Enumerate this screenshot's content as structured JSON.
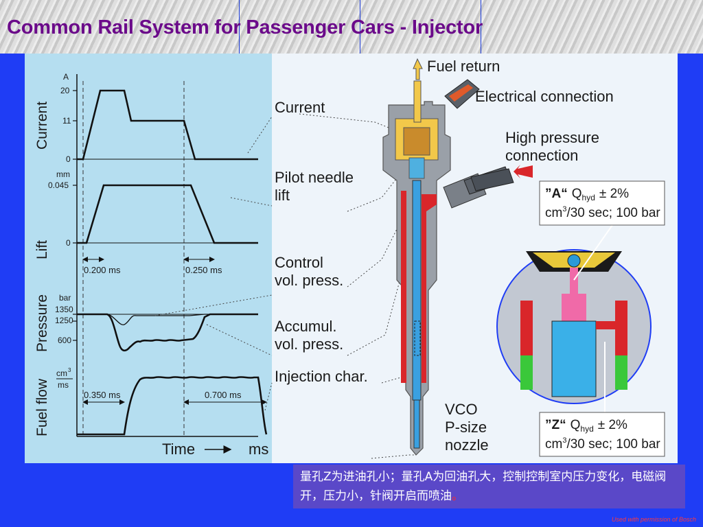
{
  "slide": {
    "title": "Common Rail System for Passenger Cars - Injector",
    "note_text": "量孔Z为进油孔小；量孔A为回油孔大，控制控制室内压力变化，电磁阀开，压力小，针阀开启而喷油",
    "note_dot": "。",
    "credit": "Used with permission of Bosch"
  },
  "diagram": {
    "graphs": {
      "current": {
        "label": "Current",
        "unit": "A",
        "ticks": [
          "20",
          "11",
          "0"
        ]
      },
      "lift": {
        "label": "Lift",
        "unit": "mm",
        "ticks": [
          "0.045",
          "0"
        ]
      },
      "pressure": {
        "label": "Pressure",
        "unit": "bar",
        "ticks": [
          "1350",
          "1250",
          "600"
        ]
      },
      "flow": {
        "label": "Fuel flow",
        "unit_top": "cm",
        "unit_sup": "3",
        "unit_bottom": "ms"
      },
      "intervals": [
        "0.200 ms",
        "0.250 ms",
        "0.350 ms",
        "0.700 ms"
      ],
      "x_axis_label": "Time",
      "x_axis_unit": "ms"
    },
    "callouts": {
      "current": "Current",
      "pilot_line1": "Pilot needle",
      "pilot_line2": "lift",
      "control_line1": "Control",
      "control_line2": "vol. press.",
      "accum_line1": "Accumul.",
      "accum_line2": "vol. press.",
      "injection": "Injection char.",
      "vco_line1": "VCO",
      "vco_line2": "P-size",
      "vco_line3": "nozzle",
      "fuel_return": "Fuel return",
      "electrical": "Electrical connection",
      "hp_line1": "High pressure",
      "hp_line2": "connection"
    },
    "boxes": {
      "a_name": "”A“",
      "z_name": "”Z“",
      "q": "Q",
      "q_sub": "hyd",
      "tolerance": "± 2%",
      "cm": "cm",
      "cm_sup": "3",
      "rest": "/30 sec; 100 bar"
    }
  },
  "colors": {
    "title": "#6b0a8a",
    "background": "#1f3df5",
    "graph_fill": "#b5def0",
    "note_box": "#5a48c8"
  }
}
